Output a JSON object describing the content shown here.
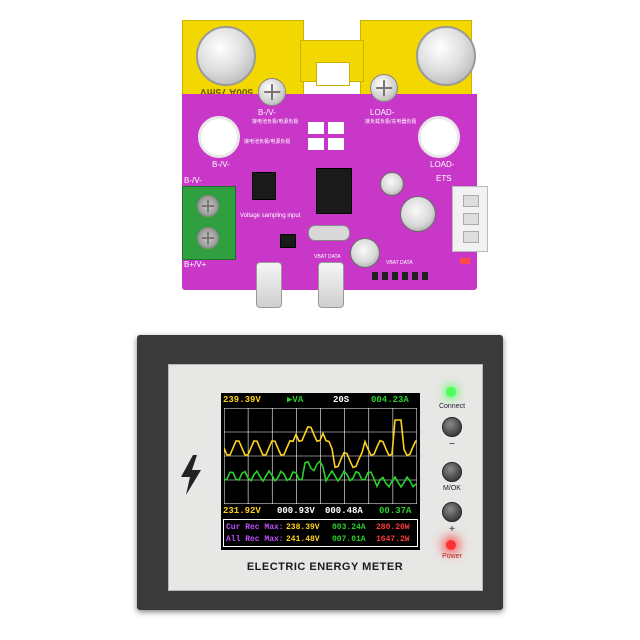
{
  "pcb": {
    "shunt_label": "500A 75mV",
    "left_terminal_label": "B-/V-",
    "left_terminal_sub": "接电池负极/电源负极",
    "right_terminal_label": "LOAD-",
    "right_terminal_sub": "接负载负极/充电器负极",
    "left_hole_label": "B-/V-",
    "left_hole_sub": "接电池负极/电源负极",
    "right_hole_label": "LOAD-",
    "voltage_terminal_label": "B-/V-",
    "voltage_sampling_label": "Voltage sampling input",
    "ets_label": "ETS",
    "vbat_label_1": "VBAT DATA",
    "vbat_label_2": "VBAT DATA",
    "bottom_left_label": "B+/V+"
  },
  "meter": {
    "title": "ELECTRIC ENERGY METER",
    "lcd": {
      "voltage_max": "239.39V",
      "mode": "▶VA",
      "time_span": "20S",
      "current_max": "004.23A",
      "voltage_min": "231.92V",
      "axis_mid_1": "000.93V",
      "axis_mid_2": "000.48A",
      "current_min": "00.37A",
      "cur_rec_label": "Cur Rec Max:",
      "cur_rec_voltage": "238.39V",
      "cur_rec_current": "003.24A",
      "cur_rec_power": "280.26W",
      "all_rec_label": "All Rec Max:",
      "all_rec_voltage": "241.48V",
      "all_rec_current": "007.01A",
      "all_rec_power": "1647.2W"
    },
    "buttons": {
      "connect": "Connect",
      "minus": "−",
      "mok": "M/OK",
      "plus": "+",
      "power": "Power"
    },
    "icon": "lightning-icon"
  },
  "colors": {
    "pcb_purple": "#c837c7",
    "shunt_yellow": "#f2d800",
    "terminal_green": "#2f9f3f",
    "lcd_yellow": "#ffd21f",
    "lcd_green": "#29d12b",
    "lcd_red": "#ff3a3a",
    "lcd_purple": "#c050ff"
  }
}
